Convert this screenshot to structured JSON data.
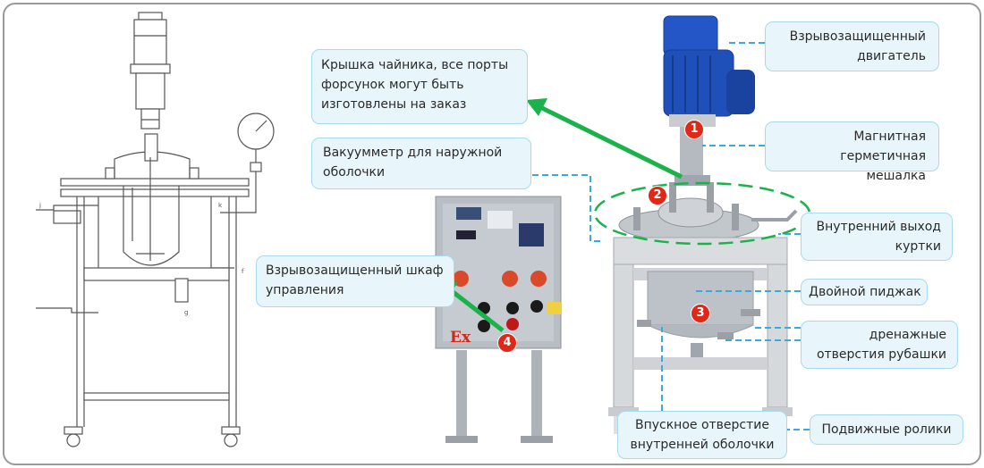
{
  "labels": {
    "kettle_lid": "Крышка чайника, все порты форсунок могут быть изготовлены на заказ",
    "explosion_motor": "Взрывозащищенный двигатель",
    "vacuum_gauge": "Вакуумметр для наружной оболочки",
    "magnetic_stirrer": "Магнитная герметичная мешалка",
    "inner_jacket_outlet": "Внутренний выход куртки",
    "explosion_cabinet": "Взрывозащищенный шкаф управления",
    "double_jacket": "Двойной пиджак",
    "jacket_drains": "дренажные отверстия рубашки",
    "inner_inlet": "Впускное отверстие внутренней оболочки",
    "casters": "Подвижные ролики"
  },
  "badges": {
    "b1": "1",
    "b2": "2",
    "b3": "3",
    "b4": "4"
  },
  "cabinet_mark": "Ex",
  "colors": {
    "label_bg": "#e8f6fc",
    "label_border": "#a9d9ee",
    "leader_line": "#3aa9dc",
    "arrow_green": "#19b24b",
    "badge_red": "#e02818",
    "motor_blue": "#1f4fb8"
  }
}
